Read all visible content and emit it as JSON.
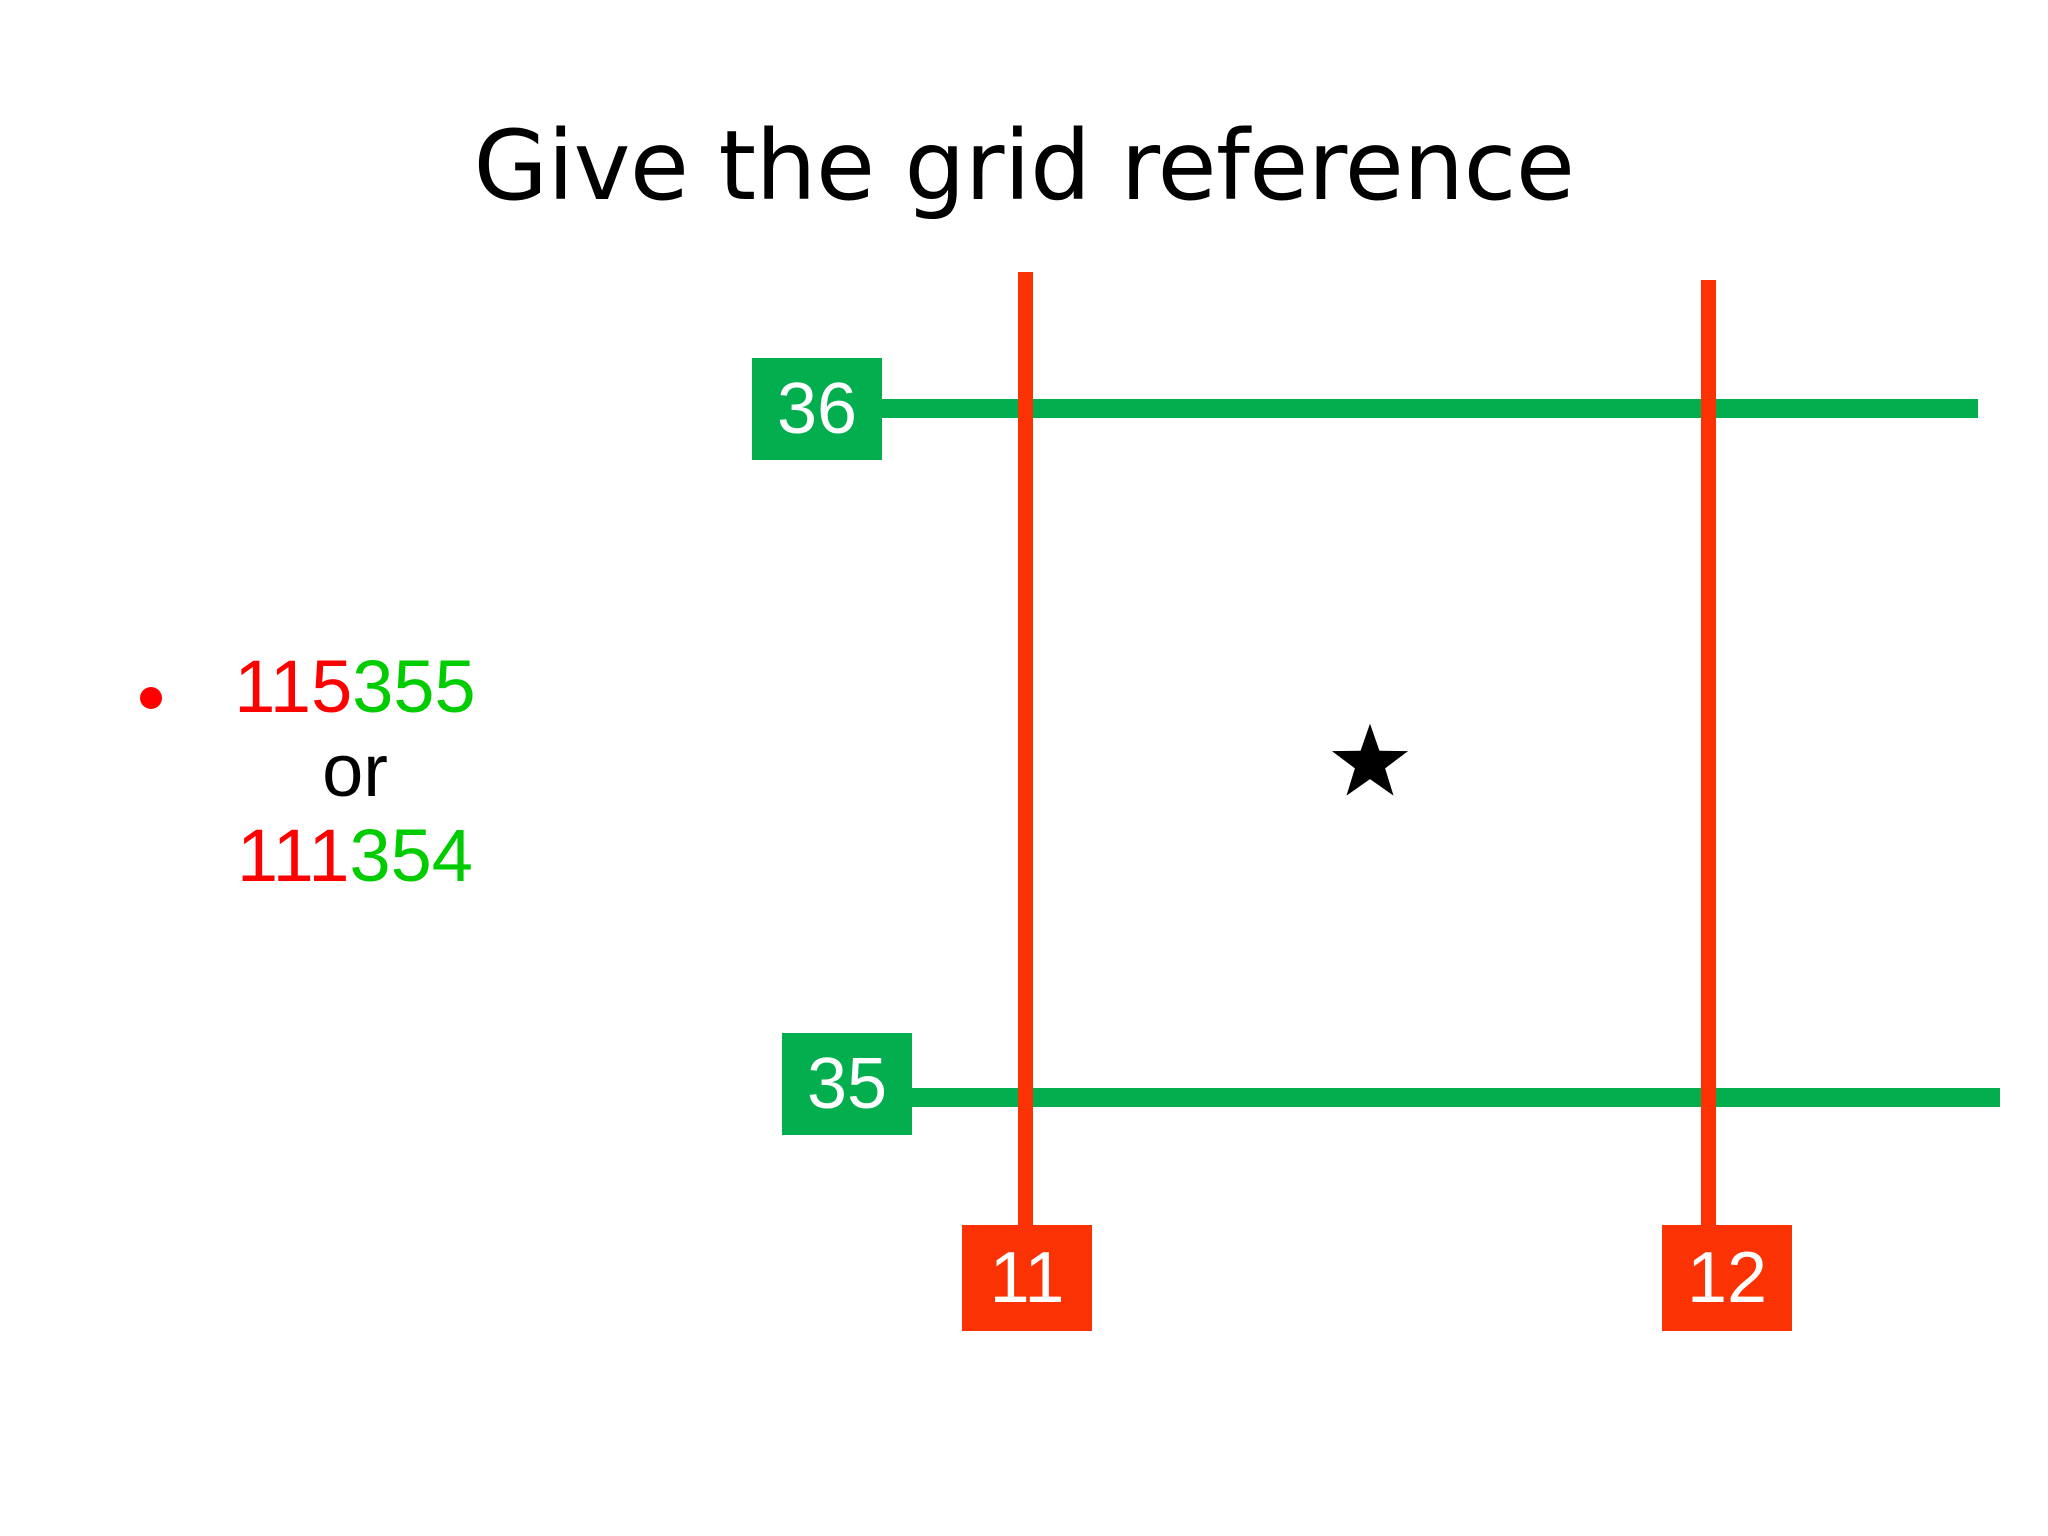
{
  "slide": {
    "background_color": "#FFFFFF",
    "title": "Give the grid reference"
  },
  "answers": {
    "bullet_glyph": "•",
    "line1": {
      "easting_part": "115",
      "northing_part": "355"
    },
    "connector": "or",
    "line2": {
      "easting_part": "111",
      "northing_part": "354"
    }
  },
  "colors": {
    "easting_red": "#FA3204",
    "northing_green": "#02AE4E",
    "answer_red": "#FF0000",
    "answer_green": "#00CC00",
    "star_black": "#000000",
    "label_text": "#FFFFFF"
  },
  "grid": {
    "eastings": [
      {
        "label": "11",
        "color": "#FA3204"
      },
      {
        "label": "12",
        "color": "#FA3204"
      }
    ],
    "northings": [
      {
        "label": "36",
        "color": "#02AE4E"
      },
      {
        "label": "35",
        "color": "#02AE4E"
      }
    ],
    "marker": {
      "icon": "star-icon",
      "glyph": "★",
      "color": "#000000"
    }
  }
}
